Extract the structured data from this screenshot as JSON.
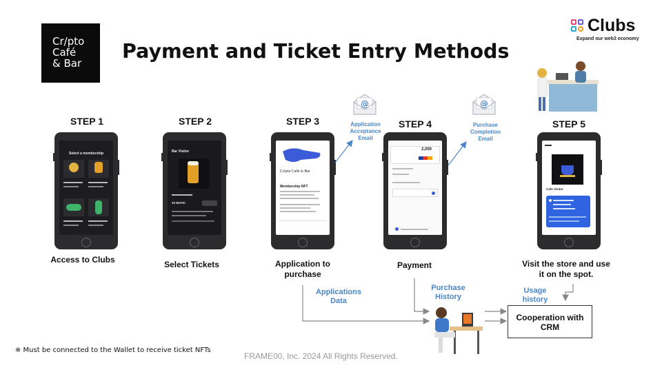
{
  "header": {
    "logo_lines": [
      "Cr/pto",
      "Café",
      "& Bar"
    ],
    "title": "Payment and Ticket Entry Methods",
    "clubs": {
      "name": "Clubs",
      "tagline": "Expand our web3 economy"
    }
  },
  "steps": [
    {
      "label": "STEP 1",
      "desc": "Access to Clubs",
      "screen_title": "Select a membership"
    },
    {
      "label": "STEP 2",
      "desc": "Select Tickets",
      "screen_title": "Bar Visitor",
      "screen_price": "20 MATIC"
    },
    {
      "label": "STEP 3",
      "desc": "Application to purchase",
      "screen_logo": "Cr/pto Café & Bar",
      "screen_heading": "Membership NFT"
    },
    {
      "label": "STEP 4",
      "desc": "Payment",
      "screen_price": "2,000"
    },
    {
      "label": "STEP 5",
      "desc": "Visit the store and use it on the spot.",
      "screen_title": "Cafe Visitor"
    }
  ],
  "emails": {
    "application": "Application Acceptance Email",
    "purchase": "Purchase Completion Email"
  },
  "data_flows": {
    "applications_data": "Applications Data",
    "purchase_history": "Purchase History",
    "usage_history": "Usage history"
  },
  "crm": "Cooperation with CRM",
  "footnote": "※ Must be connected to the Wallet to receive ticket NFTs",
  "copyright": "FRAME00, Inc. 2024 All Rights Reserved.",
  "colors": {
    "accent_blue": "#4a86c8",
    "phone_body": "#2c2c2e",
    "logo_bg": "#0b0b0b"
  }
}
